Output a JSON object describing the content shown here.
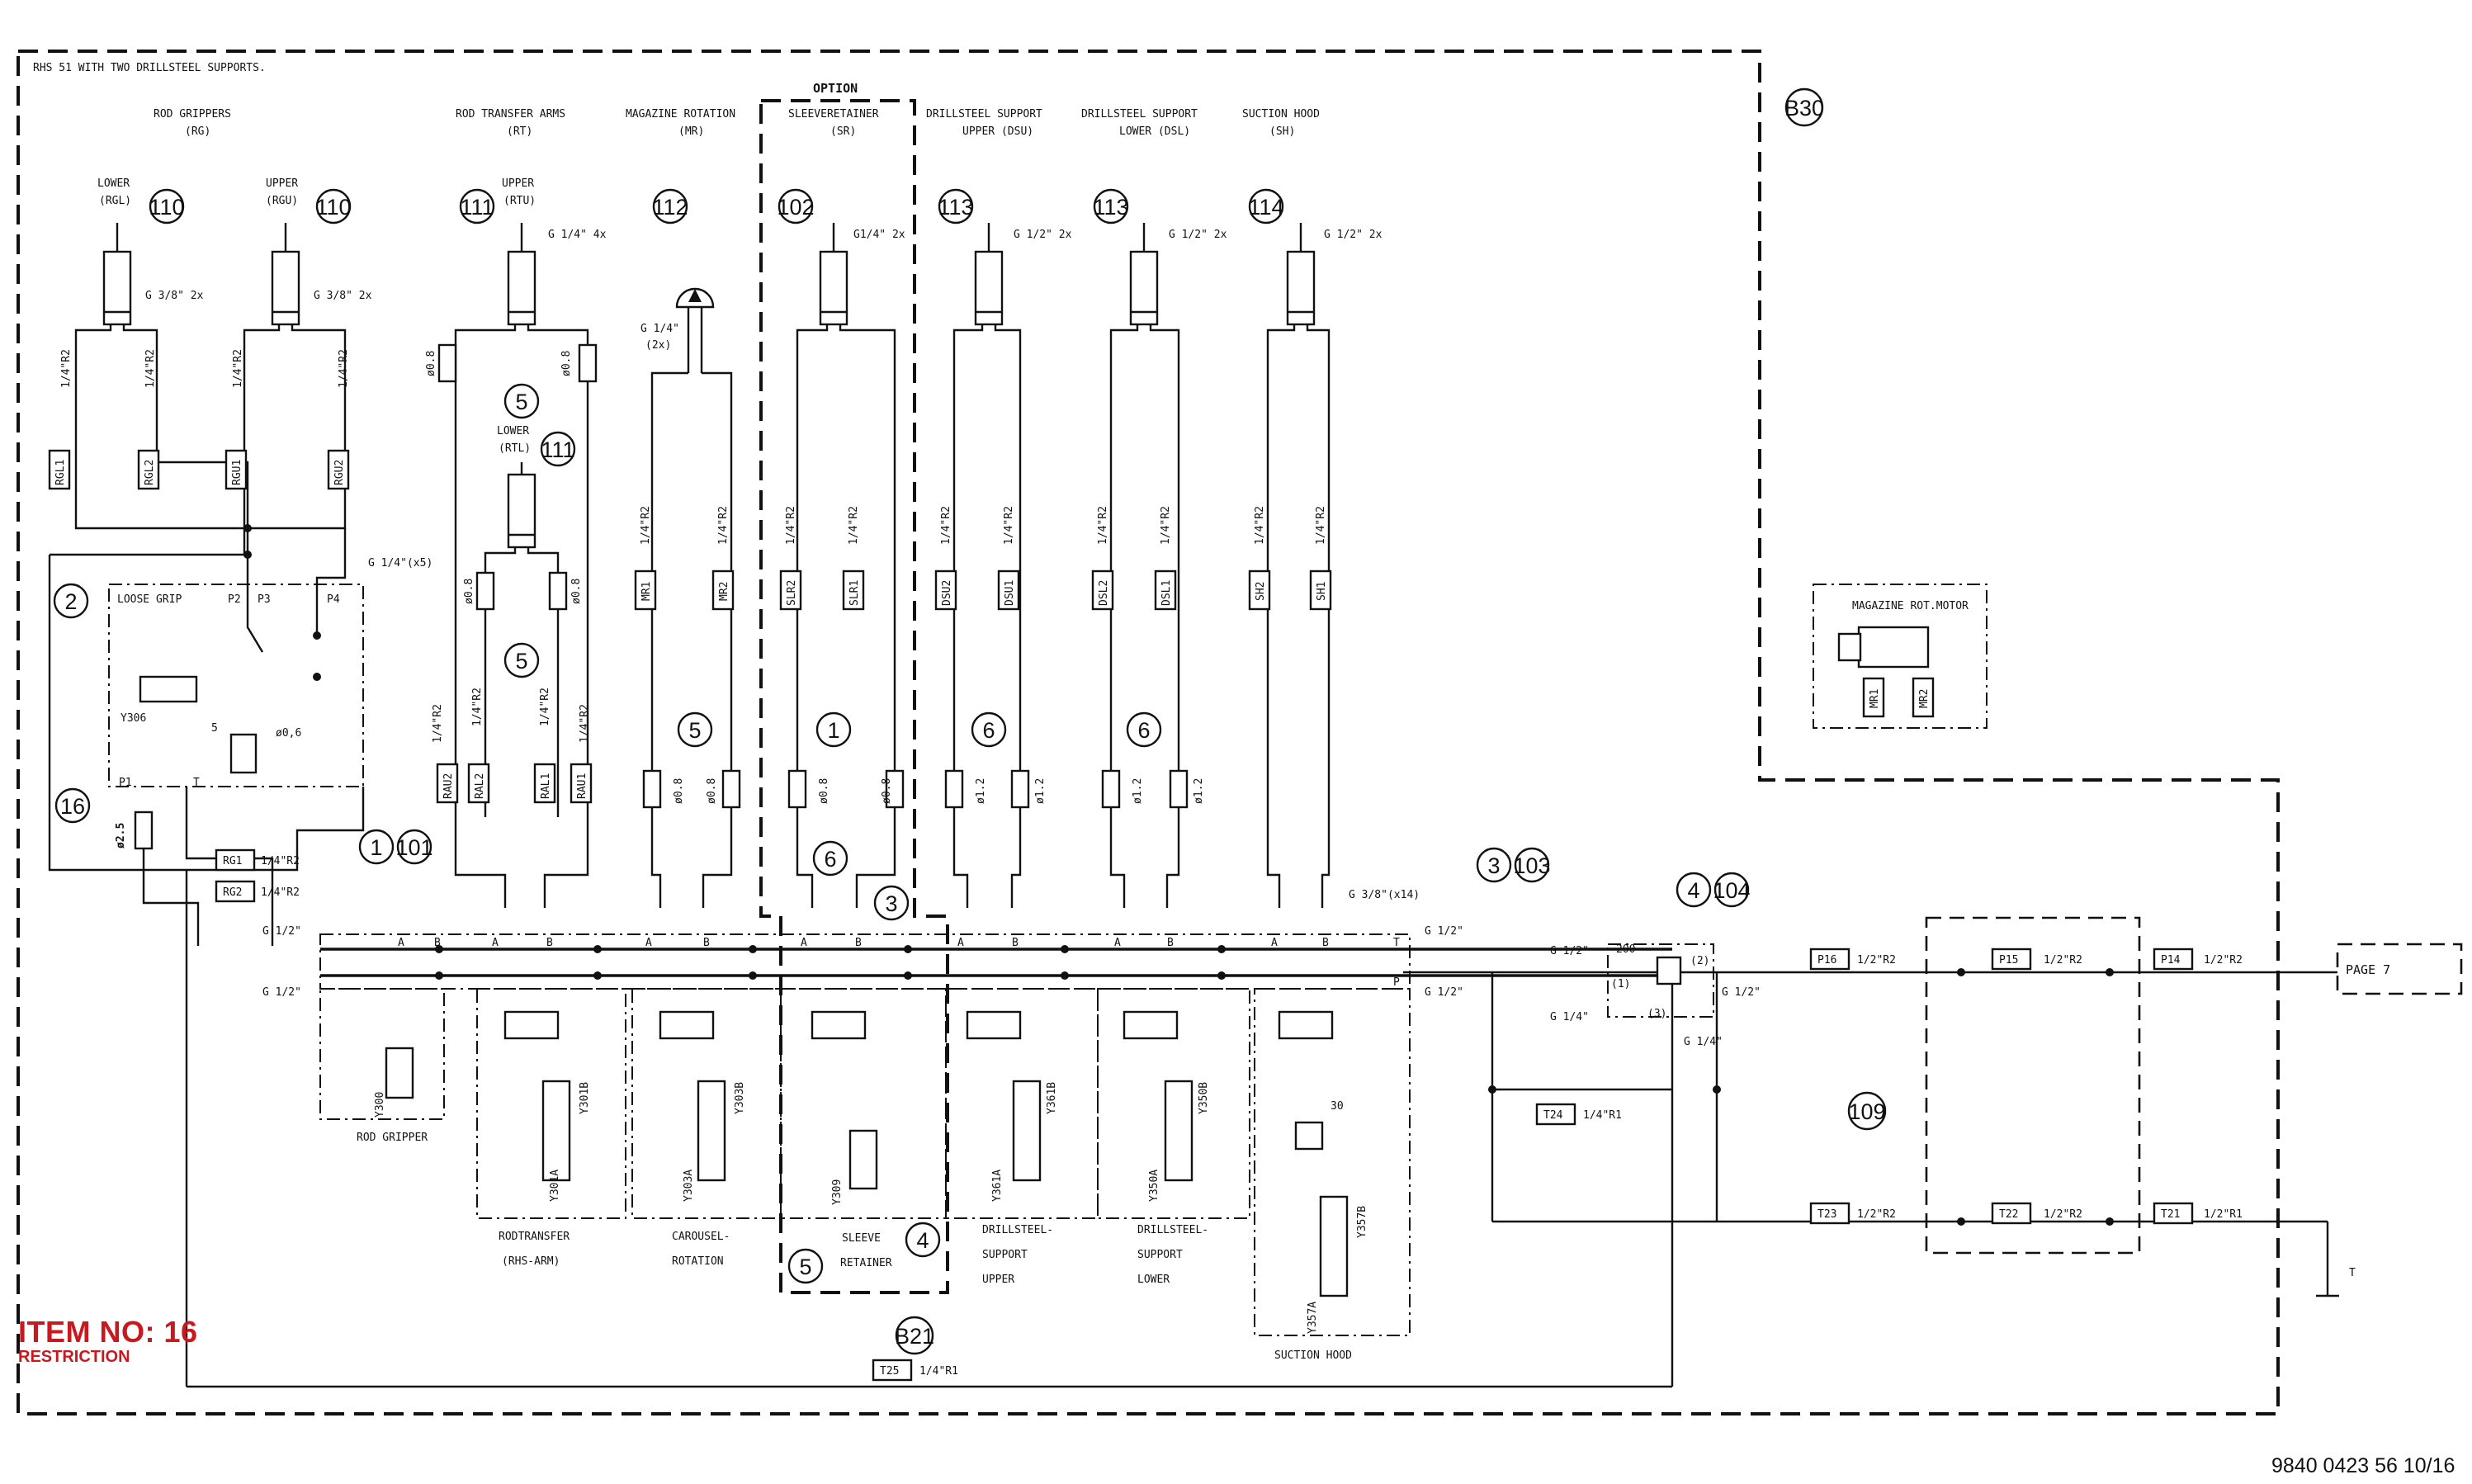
{
  "header_note": "RHS 51 WITH TWO DRILLSTEEL SUPPORTS.",
  "option_label": "OPTION",
  "groups": {
    "rg": {
      "title": "ROD GRIPPERS",
      "code": "(RG)"
    },
    "rt": {
      "title": "ROD TRANSFER ARMS",
      "code": "(RT)"
    },
    "mr": {
      "title": "MAGAZINE ROTATION",
      "code": "(MR)"
    },
    "sr": {
      "title": "SLEEVERETAINER",
      "code": "(SR)"
    },
    "dsu": {
      "title": "DRILLSTEEL SUPPORT",
      "code": "UPPER (DSU)"
    },
    "dsl": {
      "title": "DRILLSTEEL SUPPORT",
      "code": "LOWER (DSL)"
    },
    "sh": {
      "title": "SUCTION HOOD",
      "code": "(SH)"
    }
  },
  "cyl_labels": {
    "rgl": {
      "a": "LOWER",
      "b": "(RGL)"
    },
    "rgu": {
      "a": "UPPER",
      "b": "(RGU)"
    },
    "rtu": {
      "a": "UPPER",
      "b": "(RTU)"
    },
    "rtl": {
      "a": "LOWER",
      "b": "(RTL)"
    }
  },
  "balloons": {
    "b110a": "110",
    "b110b": "110",
    "b111a": "111",
    "b111b": "111",
    "b112": "112",
    "b102": "102",
    "b113a": "113",
    "b113b": "113",
    "b114": "114",
    "b5a": "5",
    "b5b": "5",
    "b5c": "5",
    "b1a": "1",
    "b6a": "6",
    "b6b": "6",
    "b2": "2",
    "b16": "16",
    "b1b": "1",
    "b101": "101",
    "b3a": "3",
    "b103": "103",
    "b4a": "4",
    "b104": "104",
    "b3b": "3",
    "b6c": "6",
    "b5d": "5",
    "b4b": "4",
    "b109": "109",
    "b30": "B30",
    "b21": "B21"
  },
  "ports": {
    "p1": "G 3/8\" 2x",
    "p2": "G 3/8\" 2x",
    "p3": "G 1/4\" 4x",
    "p4": "G 1/4\"",
    "p4b": "(2x)",
    "p5": "G1/4\" 2x",
    "p6": "G 1/2\" 2x",
    "p7": "G 1/2\" 2x",
    "p8": "G 1/2\" 2x",
    "p9": "G 1/4\"(x5)",
    "p10": "G 3/8\"(x14)",
    "pa": "G 1/2\"",
    "pb": "G 1/2\"",
    "pc": "G 1/2\"",
    "pd": "G 1/2\"",
    "pe": "G 1/2\"",
    "pf": "G 1/4\"",
    "pg": "G 1/2\"",
    "ph": "G 1/4\""
  },
  "hoses": {
    "rgl1": "RGL1",
    "rgl2": "RGL2",
    "rgu1": "RGU1",
    "rgu2": "RGU2",
    "rau2": "RAU2",
    "ral2": "RAL2",
    "ral1": "RAL1",
    "rau1": "RAU1",
    "mr1": "MR1",
    "mr2": "MR2",
    "slr2": "SLR2",
    "slr1": "SLR1",
    "dsu2": "DSU2",
    "dsu1": "DSU1",
    "dsl2": "DSL2",
    "dsl1": "DSL1",
    "sh2": "SH2",
    "sh1": "SH1",
    "rg1": "RG1",
    "rg2": "RG2",
    "t25": "T25",
    "t24": "T24",
    "p16": "P16",
    "p15": "P15",
    "p14": "P14",
    "t23": "T23",
    "t22": "T22",
    "t21": "T21",
    "mmr1": "MR1",
    "mmr2": "MR2"
  },
  "hose_specs": {
    "h1": "1/4\"R2",
    "h2": "1/4\"R2",
    "h3": "1/4\"R2",
    "h4": "1/4\"R2",
    "h5": "1/4\"R2",
    "h6": "1/4\"R2",
    "h7": "1/4\"R2",
    "h8": "1/4\"R2",
    "h9": "1/4\"R2",
    "h10": "1/4\"R2",
    "h11": "1/4\"R2",
    "h12": "1/4\"R2",
    "h13": "1/4\"R2",
    "h14": "1/4\"R2",
    "h15": "1/4\"R2",
    "h16": "1/4\"R2",
    "h17": "1/4\"R2",
    "h18": "1/4\"R2",
    "rg1": "1/4\"R2",
    "rg2": "1/4\"R2",
    "t25": "1/4\"R1",
    "t24": "1/4\"R1",
    "p16": "1/2\"R2",
    "p15": "1/2\"R2",
    "p14": "1/2\"R2",
    "t23": "1/2\"R2",
    "t22": "1/2\"R2",
    "t21": "1/2\"R1"
  },
  "orifices": {
    "o1": "ø0.8",
    "o2": "ø0.8",
    "o3": "ø0.8",
    "o4": "ø0.8",
    "o5": "ø0.8",
    "o6": "ø0.8",
    "o7": "ø0.8",
    "o8": "ø0.8",
    "o9": "ø1.2",
    "o10": "ø1.2",
    "o11": "ø1.2",
    "o12": "ø1.2",
    "o13": "ø0,6",
    "o14": "ø2.5"
  },
  "loose_grip": {
    "title": "LOOSE GRIP",
    "p2": "P2",
    "p3": "P3",
    "p4": "P4",
    "p1": "P1",
    "t": "T",
    "y": "Y306",
    "spring": "5"
  },
  "ports_ab": {
    "a": "A",
    "b": "B",
    "t": "T",
    "p": "P"
  },
  "relief": {
    "p200": "200",
    "c1": "(1)",
    "c2": "(2)",
    "c3": "(3)",
    "p30": "30"
  },
  "solenoids": {
    "y300": "Y300",
    "y301a": "Y301A",
    "y301b": "Y301B",
    "y303a": "Y303A",
    "y303b": "Y303B",
    "y309": "Y309",
    "y361a": "Y361A",
    "y361b": "Y361B",
    "y350a": "Y350A",
    "y350b": "Y350B",
    "y357a": "Y357A",
    "y357b": "Y357B"
  },
  "sections": {
    "rod_gripper": "ROD GRIPPER",
    "rodtransfer": [
      "RODTRANSFER",
      "(RHS-ARM)"
    ],
    "carousel": [
      "CAROUSEL-",
      "ROTATION"
    ],
    "sleeve": [
      "SLEEVE",
      "RETAINER"
    ],
    "dsu": [
      "DRILLSTEEL-",
      "SUPPORT",
      "UPPER"
    ],
    "dsl": [
      "DRILLSTEEL-",
      "SUPPORT",
      "LOWER"
    ],
    "suction": "SUCTION HOOD"
  },
  "motor": {
    "title": "MAGAZINE ROT.MOTOR"
  },
  "page7": "PAGE 7",
  "tank": "T",
  "item": {
    "no": "ITEM NO: 16",
    "desc": "RESTRICTION"
  },
  "doc_number": "9840 0423 56 10/16",
  "colors": {
    "line": "#111111",
    "item_red": "#c8191e"
  }
}
